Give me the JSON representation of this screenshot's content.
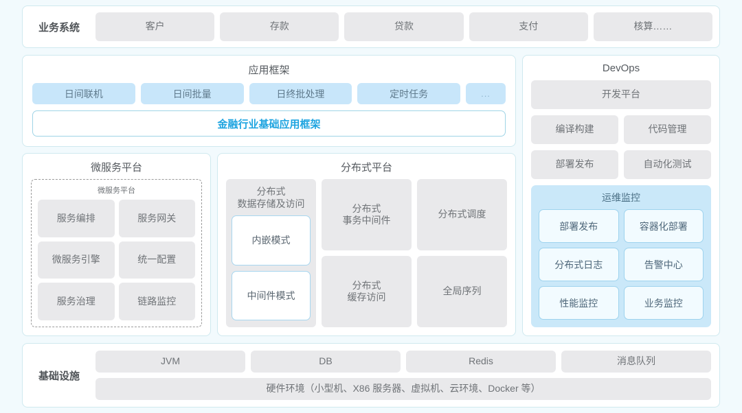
{
  "business_systems": {
    "label": "业务系统",
    "items": [
      "客户",
      "存款",
      "贷款",
      "支付",
      "核算……"
    ]
  },
  "app_framework": {
    "title": "应用框架",
    "chips": [
      "日间联机",
      "日间批量",
      "日终批处理",
      "定时任务"
    ],
    "ellipsis": "...",
    "base_framework": "金融行业基础应用框架"
  },
  "microservice_platform": {
    "title": "微服务平台",
    "subtitle": "微服务平台",
    "items": [
      "服务编排",
      "服务网关",
      "微服务引擎",
      "统一配置",
      "服务治理",
      "链路监控"
    ]
  },
  "distributed_platform": {
    "title": "分布式平台",
    "storage": {
      "title": "分布式\n数据存储及访问",
      "modes": [
        "内嵌模式",
        "中间件模式"
      ]
    },
    "cells": [
      "分布式\n事务中间件",
      "分布式调度",
      "分布式\n缓存访问",
      "全局序列"
    ]
  },
  "devops": {
    "title": "DevOps",
    "platform": "开发平台",
    "row1": [
      "编译构建",
      "代码管理"
    ],
    "row2": [
      "部署发布",
      "自动化测试"
    ],
    "ops_monitor": {
      "title": "运维监控",
      "items": [
        "部署发布",
        "容器化部署",
        "分布式日志",
        "告警中心",
        "性能监控",
        "业务监控"
      ]
    }
  },
  "infrastructure": {
    "label": "基础设施",
    "items": [
      "JVM",
      "DB",
      "Redis",
      "消息队列"
    ],
    "hardware": "硬件环境（小型机、X86 服务器、虚拟机、云环境、Docker 等）"
  },
  "colors": {
    "background": "#f2fafd",
    "panel_border": "#cfe9ef",
    "chip_gray": "#e9e9eb",
    "chip_blue": "#c8e6fa",
    "accent_blue": "#1ea4e0",
    "ops_panel": "#cae8f9"
  }
}
